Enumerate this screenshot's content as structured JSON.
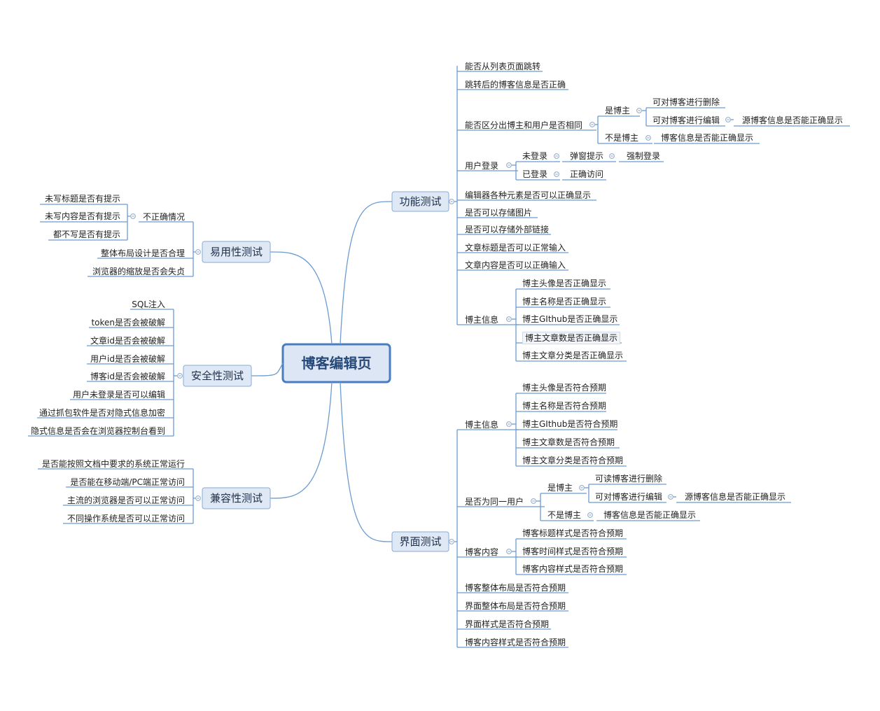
{
  "root": "博客编辑页",
  "branches": [
    {
      "label": "功能测试",
      "children": [
        {
          "label": "能否从列表页面跳转"
        },
        {
          "label": "跳转后的博客信息是否正确"
        },
        {
          "label": "能否区分出博主和用户是否相同",
          "children": [
            {
              "label": "是博主",
              "children": [
                {
                  "label": "可对博客进行删除"
                },
                {
                  "label": "可对博客进行编辑",
                  "children": [
                    {
                      "label": "源博客信息是否能正确显示"
                    }
                  ]
                }
              ]
            },
            {
              "label": "不是博主",
              "children": [
                {
                  "label": "博客信息是否能正确显示"
                }
              ]
            }
          ]
        },
        {
          "label": "用户登录",
          "children": [
            {
              "label": "未登录",
              "children": [
                {
                  "label": "弹窗提示",
                  "children": [
                    {
                      "label": "强制登录"
                    }
                  ]
                }
              ]
            },
            {
              "label": "已登录",
              "children": [
                {
                  "label": "正确访问"
                }
              ]
            }
          ]
        },
        {
          "label": "编辑器各种元素是否可以正确显示"
        },
        {
          "label": "是否可以存储图片"
        },
        {
          "label": "是否可以存储外部链接"
        },
        {
          "label": "文章标题是否可以正常输入"
        },
        {
          "label": "文章内容是否可以正确输入"
        },
        {
          "label": "博主信息",
          "children": [
            {
              "label": "博主头像是否正确显示"
            },
            {
              "label": "博主名称是否正确显示"
            },
            {
              "label": "博主GIthub是否正确显示"
            },
            {
              "label": "博主文章数是否正确显示",
              "highlighted": true
            },
            {
              "label": "博主文章分类是否正确显示"
            }
          ]
        }
      ]
    },
    {
      "label": "界面测试",
      "children": [
        {
          "label": "博主信息",
          "children": [
            {
              "label": "博主头像是否符合预期"
            },
            {
              "label": "博主名称是否符合预期"
            },
            {
              "label": "博主GIthub是否符合预期"
            },
            {
              "label": "博主文章数是否符合预期"
            },
            {
              "label": "博主文章分类是否符合预期"
            }
          ]
        },
        {
          "label": "是否为同一用户",
          "children": [
            {
              "label": "是博主",
              "children": [
                {
                  "label": "可读博客进行删除"
                },
                {
                  "label": "可对博客进行编辑",
                  "children": [
                    {
                      "label": "源博客信息是否能正确显示"
                    }
                  ]
                }
              ]
            },
            {
              "label": "不是博主",
              "children": [
                {
                  "label": "博客信息是否能正确显示"
                }
              ]
            }
          ]
        },
        {
          "label": "博客内容",
          "children": [
            {
              "label": "博客标题样式是否符合预期"
            },
            {
              "label": "博客时间样式是否符合预期"
            },
            {
              "label": "博客内容样式是否符合预期"
            }
          ]
        },
        {
          "label": "博客整体布局是否符合预期"
        },
        {
          "label": "界面整体布局是否符合预期"
        },
        {
          "label": "界面样式是否符合预期"
        },
        {
          "label": "博客内容样式是否符合预期"
        }
      ]
    },
    {
      "label": "易用性测试",
      "children": [
        {
          "label": "不正确情况",
          "children": [
            {
              "label": "未写标题是否有提示"
            },
            {
              "label": "未写内容是否有提示"
            },
            {
              "label": "都不写是否有提示"
            }
          ]
        },
        {
          "label": "整体布局设计是否合理"
        },
        {
          "label": "浏览器的缩放是否会失贞"
        }
      ]
    },
    {
      "label": "安全性测试",
      "children": [
        {
          "label": "SQL注入"
        },
        {
          "label": "token是否会被破解"
        },
        {
          "label": "文章id是否会被破解"
        },
        {
          "label": "用户id是否会被破解"
        },
        {
          "label": "博客id是否会被破解"
        },
        {
          "label": "用户未登录是否可以编辑"
        },
        {
          "label": "通过抓包软件是否对隐式信息加密"
        },
        {
          "label": "隐式信息是否会在浏览器控制台看到"
        }
      ]
    },
    {
      "label": "兼容性测试",
      "children": [
        {
          "label": "是否能按照文档中要求的系统正常运行"
        },
        {
          "label": "是否能在移动端/PC端正常访问"
        },
        {
          "label": "主流的浏览器是否可以正常访问"
        },
        {
          "label": "不同操作系统是否可以正常访问"
        }
      ]
    }
  ],
  "colors": {
    "line": "#6b9bd1",
    "root_fill": "#dce6f4",
    "root_stroke": "#4a7cc0",
    "branch_fill": "#dfe8f5",
    "branch_stroke": "#8aaad6",
    "text": "#222222"
  }
}
